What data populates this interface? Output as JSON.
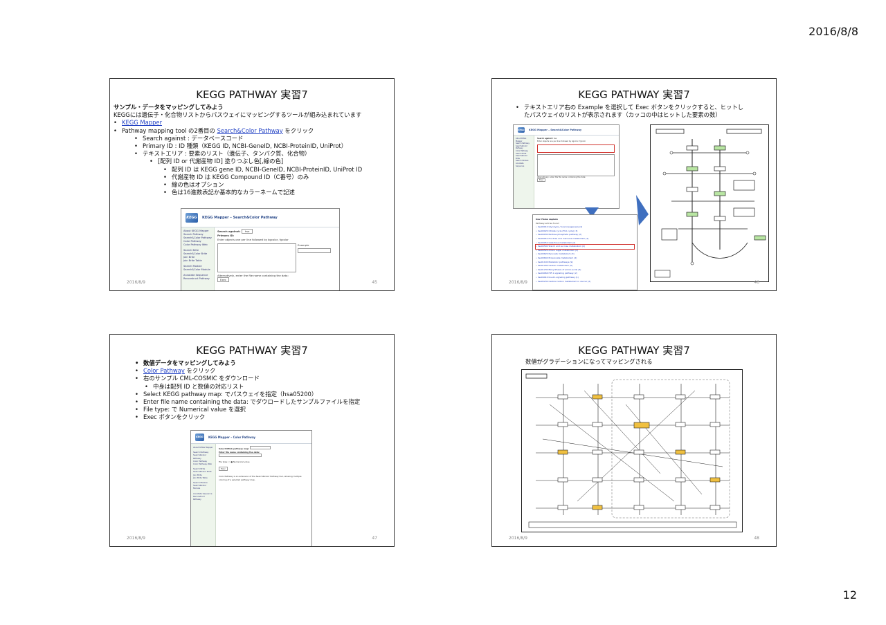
{
  "header": {
    "date": "2016/8/8"
  },
  "footer": {
    "page_number": "12"
  },
  "slides": [
    {
      "title": "KEGG PATHWAY 実習7",
      "date": "2016/8/9",
      "number": "45",
      "lines": [
        "サンプル・データをマッピングしてみよう",
        "KEGGには遺伝子・化合物リストからパスウェイにマッピングするツールが組み込まれています",
        "KEGG Mapper",
        "Pathway mapping tool の2番目の",
        "Search&Color Pathway",
        "をクリック",
        "Search against : データベースコード",
        "Primary ID : ID 種類（KEGG ID, NCBI-GeneID, NCBI-ProteinID, UniProt）",
        "テキストエリア : 要素のリスト（遺伝子、タンパク質、化合物）",
        "[配列 ID or 代謝産物 ID] 塗りつぶし色[,線の色]",
        "配列 ID は KEGG gene ID, NCBI-GeneID, NCBI-ProteinID, UniProt ID",
        "代謝産物 ID は KEGG Compound ID（C番号）のみ",
        "線の色はオプション",
        "色は16進数表記か基本的なカラーネームで記述"
      ]
    },
    {
      "title": "KEGG PATHWAY 実習7",
      "date": "2016/8/9",
      "number": "46",
      "lines": [
        "テキストエリア右の Example を選択して Exec ボタンをクリックすると、ヒットし",
        "たパスウェイのリストが表示されます（カッコの中はヒットした要素の数）"
      ]
    },
    {
      "title": "KEGG PATHWAY 実習7",
      "date": "2016/8/9",
      "number": "47",
      "lines": [
        "数値データをマッピングしてみよう",
        "Color Pathway",
        "をクリック",
        "右のサンプル CML-COSMIC をダウンロード",
        "中身は配列 ID と数値の対応リスト",
        "Select KEGG pathway map: でパスウェイを指定（hsa05200）",
        "Enter file name containing the data: でダウロードしたサンプルファイルを指定",
        "File type: で Numerical value を選択",
        "Exec ボタンをクリック"
      ]
    },
    {
      "title": "KEGG PATHWAY 実習7",
      "date": "2016/8/9",
      "number": "48",
      "lines": [
        "数値がグラデーションになってマッピングされる"
      ]
    }
  ],
  "mini_screens": {
    "search_color": {
      "header": "KEGG Mapper – Search&Color Pathway",
      "logo": "KEGG",
      "side": [
        "About KEGG Mapper",
        "Search Pathway",
        "Search&Color Pathway",
        "Color Pathway",
        "Color Pathway Web",
        "Search Brite",
        "Search&Color Brite",
        "Join Brite",
        "Join Brite Table",
        "Search Module",
        "Search&Color Module",
        "Annotate Sequence",
        "Reconstruct Pathway"
      ],
      "search_label": "Search against:",
      "search_value": "hsa",
      "primary_label": "Primary ID:",
      "area_label": "Enter objects one per line followed by bgcolor, fgcolor",
      "example_label": "Example",
      "alt_label": "Alternatively, enter the file name containing the data:",
      "exec": "Exec"
    },
    "color_pathway": {
      "header": "KEGG Mapper – Color Pathway",
      "logo": "KEGG",
      "select_label": "Select KEGG pathway map:",
      "file_label": "Enter file name containing the data:",
      "type_label": "File type:",
      "numerical": "Numerical value",
      "exec": "Exec",
      "desc": "Color Pathway is an extension of the Search&Color Pathway tool, allowing multiple coloring of a selected pathway map."
    },
    "results": {
      "title": "hsa: Homo sapiens",
      "subtitle": "Pathway entries found",
      "items": [
        "hsa00010 Glycolysis / Gluconeogenesis (4)",
        "hsa00020 Citrate cycle (TCA cycle) (3)",
        "hsa00030 Pentose phosphate pathway (2)",
        "hsa00051 Fructose and mannose metabolism (2)",
        "hsa00052 Galactose metabolism (2)",
        "hsa00500 Starch and sucrose metabolism (2)",
        "hsa00520 Amino sugar metabolism (2)",
        "hsa00620 Pyruvate metabolism (3)",
        "hsa00640 Propanoate metabolism (2)",
        "hsa01100 Metabolic pathways (9)",
        "hsa01200 Carbon metabolism (5)",
        "hsa01230 Biosynthesis of amino acids (3)",
        "hsa04066 HIF-1 signaling pathway (2)",
        "hsa04910 Insulin signaling pathway (1)",
        "hsa05230 Central carbon metabolism in cancer (2)"
      ],
      "highlight_index": 5
    }
  },
  "colors": {
    "link": "#1f3fc4",
    "highlight": "#d0302b",
    "arrow": "#3f6fbf",
    "gradient_node": "#f0c040",
    "sidebar_bg": "#eef5ec"
  }
}
